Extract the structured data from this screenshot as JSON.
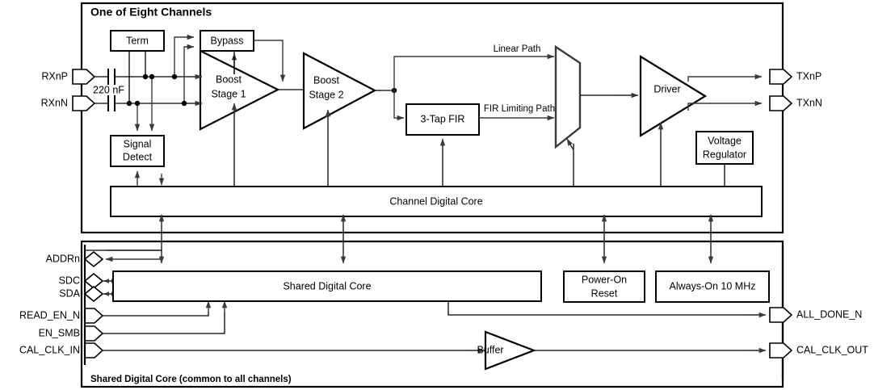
{
  "diagram": {
    "title": "One of Eight Channels",
    "footer_title": "Shared Digital Core (common to all channels)"
  },
  "channel": {
    "blocks": [
      {
        "id": "term",
        "label": "Term"
      },
      {
        "id": "bypass",
        "label": "Bypass"
      },
      {
        "id": "signal_detect",
        "label_line1": "Signal",
        "label_line2": "Detect"
      },
      {
        "id": "boost1",
        "label_line1": "Boost",
        "label_line2": "Stage 1"
      },
      {
        "id": "boost2",
        "label_line1": "Boost",
        "label_line2": "Stage 2"
      },
      {
        "id": "fir",
        "label": "3-Tap FIR"
      },
      {
        "id": "mux",
        "label": ""
      },
      {
        "id": "driver",
        "label": "Driver"
      },
      {
        "id": "vreg",
        "label_line1": "Voltage",
        "label_line2": "Regulator"
      },
      {
        "id": "channel_core",
        "label": "Channel Digital Core"
      }
    ],
    "cap_label": "220 nF",
    "path_labels": {
      "linear": "Linear Path",
      "fir_limiting": "FIR Limiting Path"
    },
    "inputs": [
      {
        "id": "rxnp",
        "label": "RXnP"
      },
      {
        "id": "rxnn",
        "label": "RXnN"
      }
    ],
    "outputs": [
      {
        "id": "txnp",
        "label": "TXnP"
      },
      {
        "id": "txnn",
        "label": "TXnN"
      }
    ]
  },
  "shared": {
    "blocks": [
      {
        "id": "shared_core",
        "label": "Shared Digital Core"
      },
      {
        "id": "por",
        "label_line1": "Power-On",
        "label_line2": "Reset"
      },
      {
        "id": "osc",
        "label": "Always-On 10 MHz"
      },
      {
        "id": "buffer",
        "label": "Buffer"
      }
    ],
    "inputs": [
      {
        "id": "addrn",
        "label": "ADDRn",
        "kind": "bidir"
      },
      {
        "id": "sdc",
        "label": "SDC",
        "kind": "bidir"
      },
      {
        "id": "sda",
        "label": "SDA",
        "kind": "bidir"
      },
      {
        "id": "read_en_n",
        "label": "READ_EN_N",
        "kind": "in"
      },
      {
        "id": "en_smb",
        "label": "EN_SMB",
        "kind": "in"
      },
      {
        "id": "cal_clk_in",
        "label": "CAL_CLK_IN",
        "kind": "in"
      }
    ],
    "outputs": [
      {
        "id": "all_done_n",
        "label": "ALL_DONE_N"
      },
      {
        "id": "cal_clk_out",
        "label": "CAL_CLK_OUT"
      }
    ]
  },
  "colors": {
    "stroke": "#000000",
    "accent": "#3a3a3a",
    "background": "#ffffff"
  }
}
